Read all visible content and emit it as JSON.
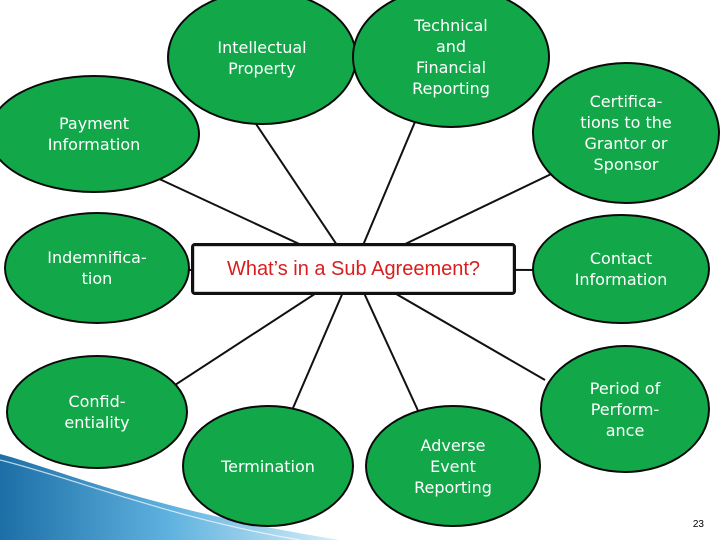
{
  "center": {
    "label": "What’s in a Sub Agreement?"
  },
  "nodes": [
    {
      "id": "intellectual-property",
      "label": "Intellectual\nProperty"
    },
    {
      "id": "technical-financial-reporting",
      "label": "Technical\nand\nFinancial\nReporting"
    },
    {
      "id": "payment-information",
      "label": "Payment\nInformation"
    },
    {
      "id": "certifications",
      "label": "Certifica-\ntions to the\nGrantor or\nSponsor"
    },
    {
      "id": "indemnification",
      "label": "Indemnifica-\ntion"
    },
    {
      "id": "contact-information",
      "label": "Contact\nInformation"
    },
    {
      "id": "confidentiality",
      "label": "Confid-\nentiality"
    },
    {
      "id": "termination",
      "label": "Termination"
    },
    {
      "id": "adverse-event-reporting",
      "label": "Adverse\nEvent\nReporting"
    },
    {
      "id": "period-of-performance",
      "label": "Period of\nPerform-\nance"
    }
  ],
  "footer": {
    "page_number": "23"
  },
  "colors": {
    "node_fill": "#12a84a",
    "node_border": "#0a0a0a",
    "center_text": "#d81e1e",
    "connector": "#111111"
  }
}
